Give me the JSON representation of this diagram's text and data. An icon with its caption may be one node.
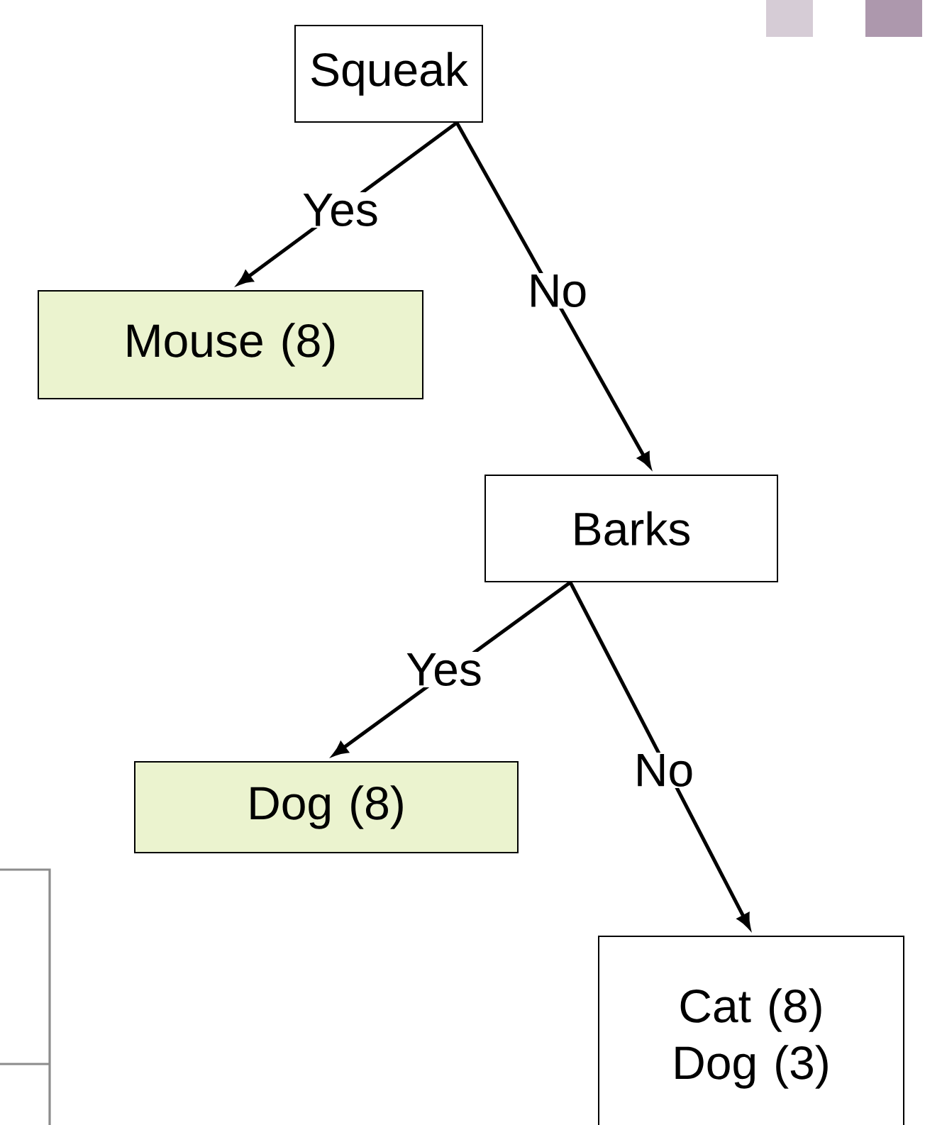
{
  "diagram": {
    "nodes": [
      {
        "text": [
          "Squeak"
        ]
      },
      {
        "text": [
          "Mouse (8)"
        ]
      },
      {
        "text": [
          "Barks"
        ]
      },
      {
        "text": [
          "Dog (8)"
        ]
      },
      {
        "text": [
          "Cat (8) Dog (3)"
        ]
      }
    ],
    "edges": [
      {
        "from": 0,
        "to": 1,
        "arrow": "to",
        "label": "Yes"
      },
      {
        "from": 0,
        "to": 2,
        "arrow": "to",
        "label": "No"
      },
      {
        "from": 2,
        "to": 3,
        "arrow": "to",
        "label": "Yes"
      },
      {
        "from": 2,
        "to": 4,
        "arrow": "to",
        "label": "No"
      }
    ]
  }
}
